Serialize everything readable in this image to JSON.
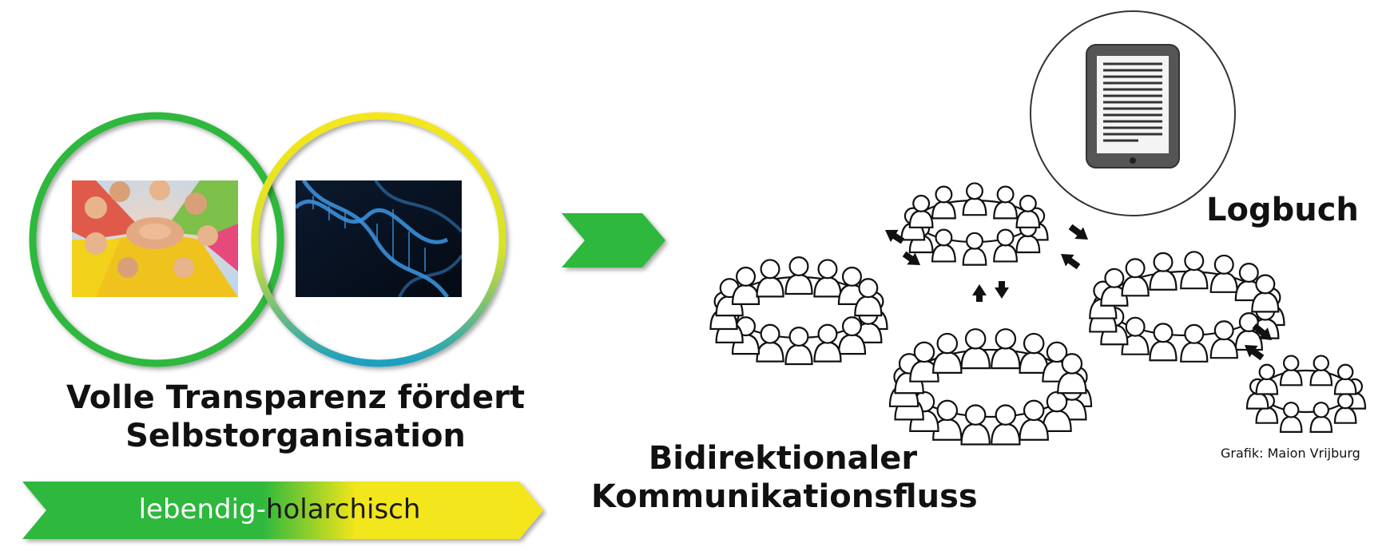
{
  "caption_left": {
    "line1": "Volle Transparenz fördert",
    "line2": "Selbstorganisation"
  },
  "banner": {
    "part1": "lebendig-",
    "part2": "holarchisch"
  },
  "caption_comm": {
    "line1": "Bidirektionaler",
    "line2": "Kommunikationsfluss"
  },
  "logbuch_label": "Logbuch",
  "credit": "Grafik: Maion Vrijburg",
  "icons": [
    "people-hands-photo",
    "dna-photo",
    "tablet-icon",
    "people-circle-drawing",
    "bidirectional-arrow-icon"
  ],
  "colors": {
    "green": "#2db83d",
    "yellow": "#f5e61a",
    "teal": "#1a9fc2",
    "dna_blue": "#3a8fd9"
  }
}
